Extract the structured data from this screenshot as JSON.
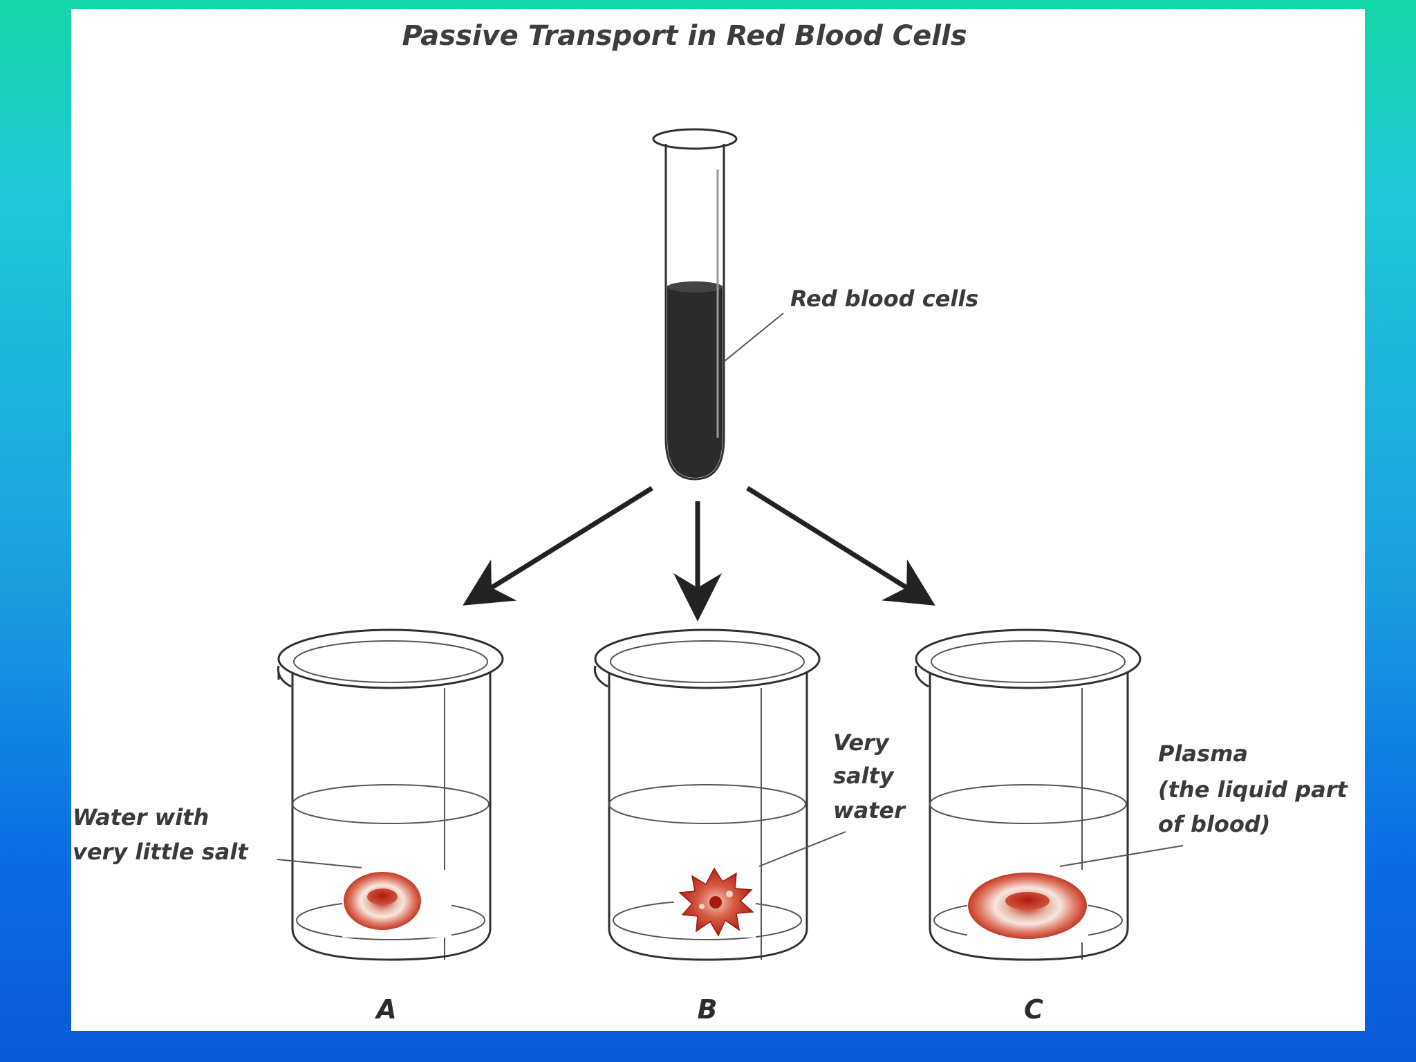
{
  "title": "Passive Transport in Red Blood Cells",
  "tube_label": "Red blood cells",
  "beakers": [
    {
      "letter": "A",
      "label_lines": [
        "Water with",
        "very little salt"
      ]
    },
    {
      "letter": "B",
      "label_lines": [
        "Very",
        "salty",
        "water"
      ]
    },
    {
      "letter": "C",
      "label_lines": [
        "Plasma",
        "(the liquid part",
        "of blood)"
      ]
    }
  ],
  "colors": {
    "background_top": "#14d6a6",
    "background_bottom": "#0a5ad8",
    "cell_red": "#c8281e",
    "blood_dark": "#2b2b2b"
  }
}
